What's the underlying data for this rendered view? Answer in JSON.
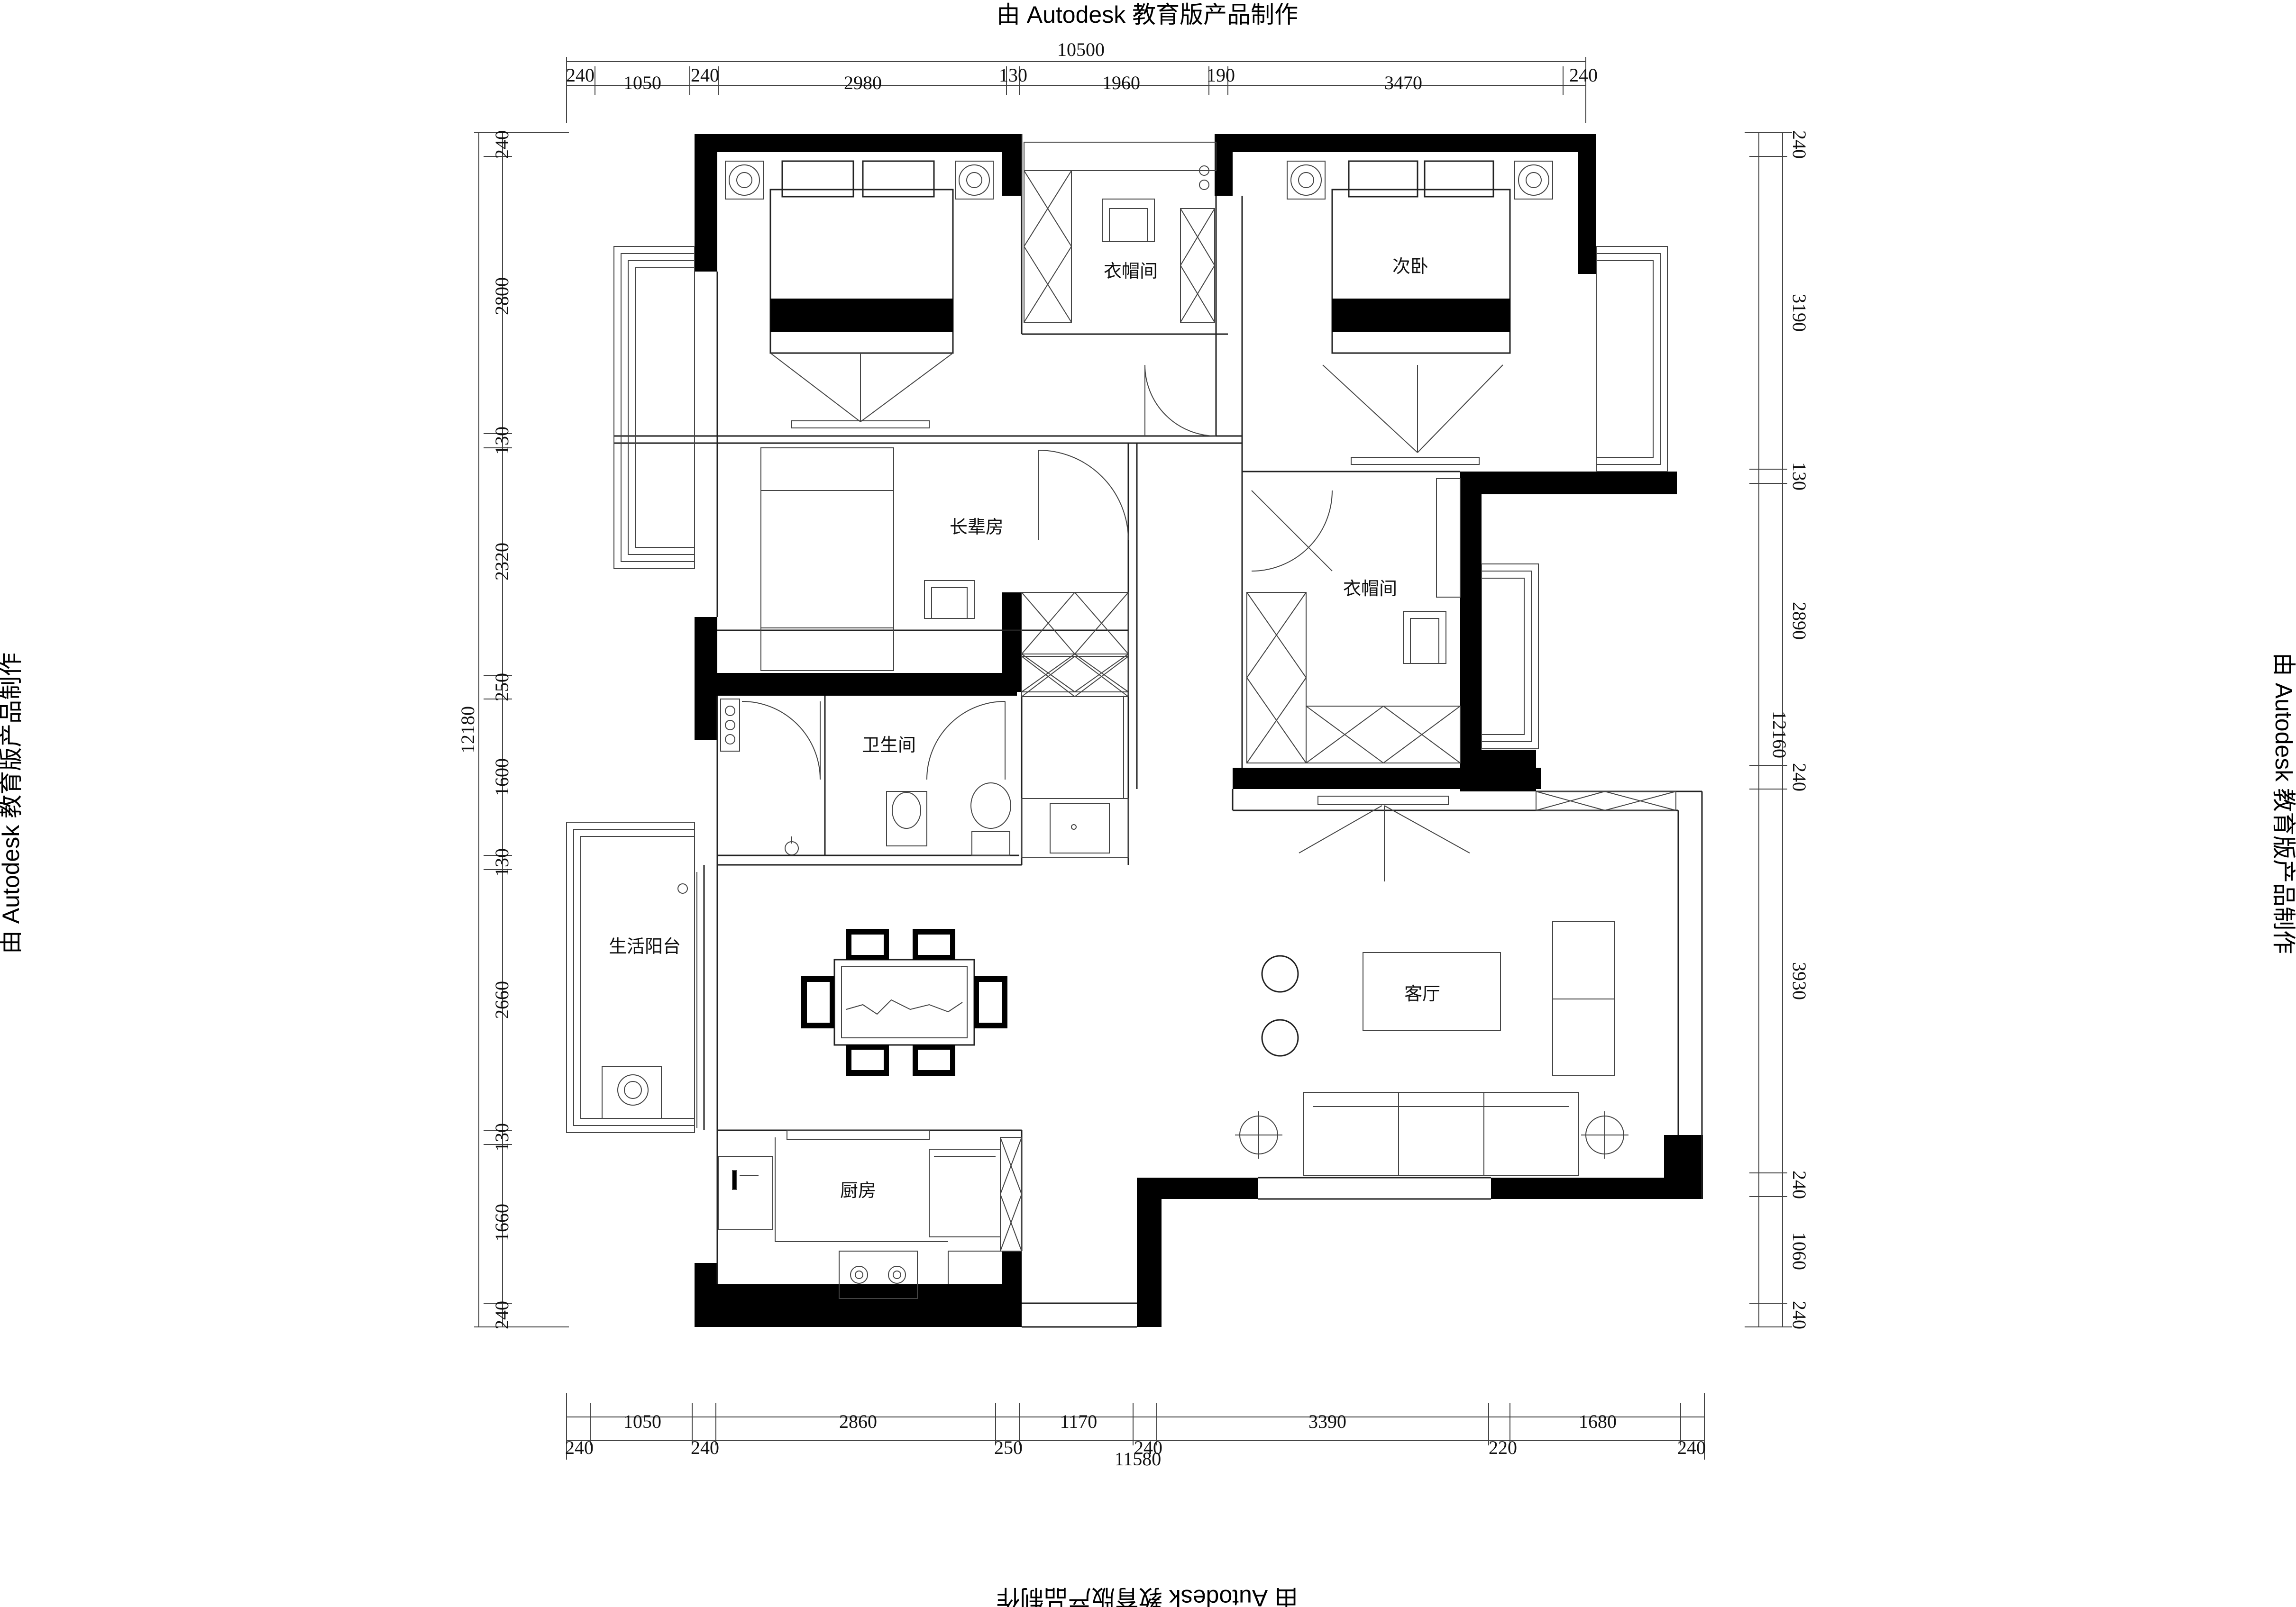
{
  "watermark": "由 Autodesk 教育版产品制作",
  "rooms": {
    "wardrobe_top": "衣帽间",
    "second_bedroom": "次卧",
    "elder_room": "长辈房",
    "wardrobe_mid": "衣帽间",
    "bathroom": "卫生间",
    "living_room": "客厅",
    "laundry_balcony": "生活阳台",
    "kitchen": "厨房"
  },
  "dimensions": {
    "top_total": "10500",
    "top": [
      "240",
      "1050",
      "240",
      "2980",
      "130",
      "1960",
      "190",
      "3470",
      "240"
    ],
    "bottom_total": "11580",
    "bottom_upper": [
      "1050",
      "2860",
      "1170",
      "3390",
      "1680"
    ],
    "bottom_lower": [
      "240",
      "240",
      "250",
      "240",
      "220",
      "240"
    ],
    "left_total": "12180",
    "left": [
      "240",
      "2800",
      "130",
      "2320",
      "250",
      "1600",
      "130",
      "2660",
      "130",
      "1660",
      "240"
    ],
    "right_total": "12160",
    "right": [
      "240",
      "3190",
      "130",
      "2890",
      "240",
      "3930",
      "240",
      "1060",
      "240"
    ]
  }
}
